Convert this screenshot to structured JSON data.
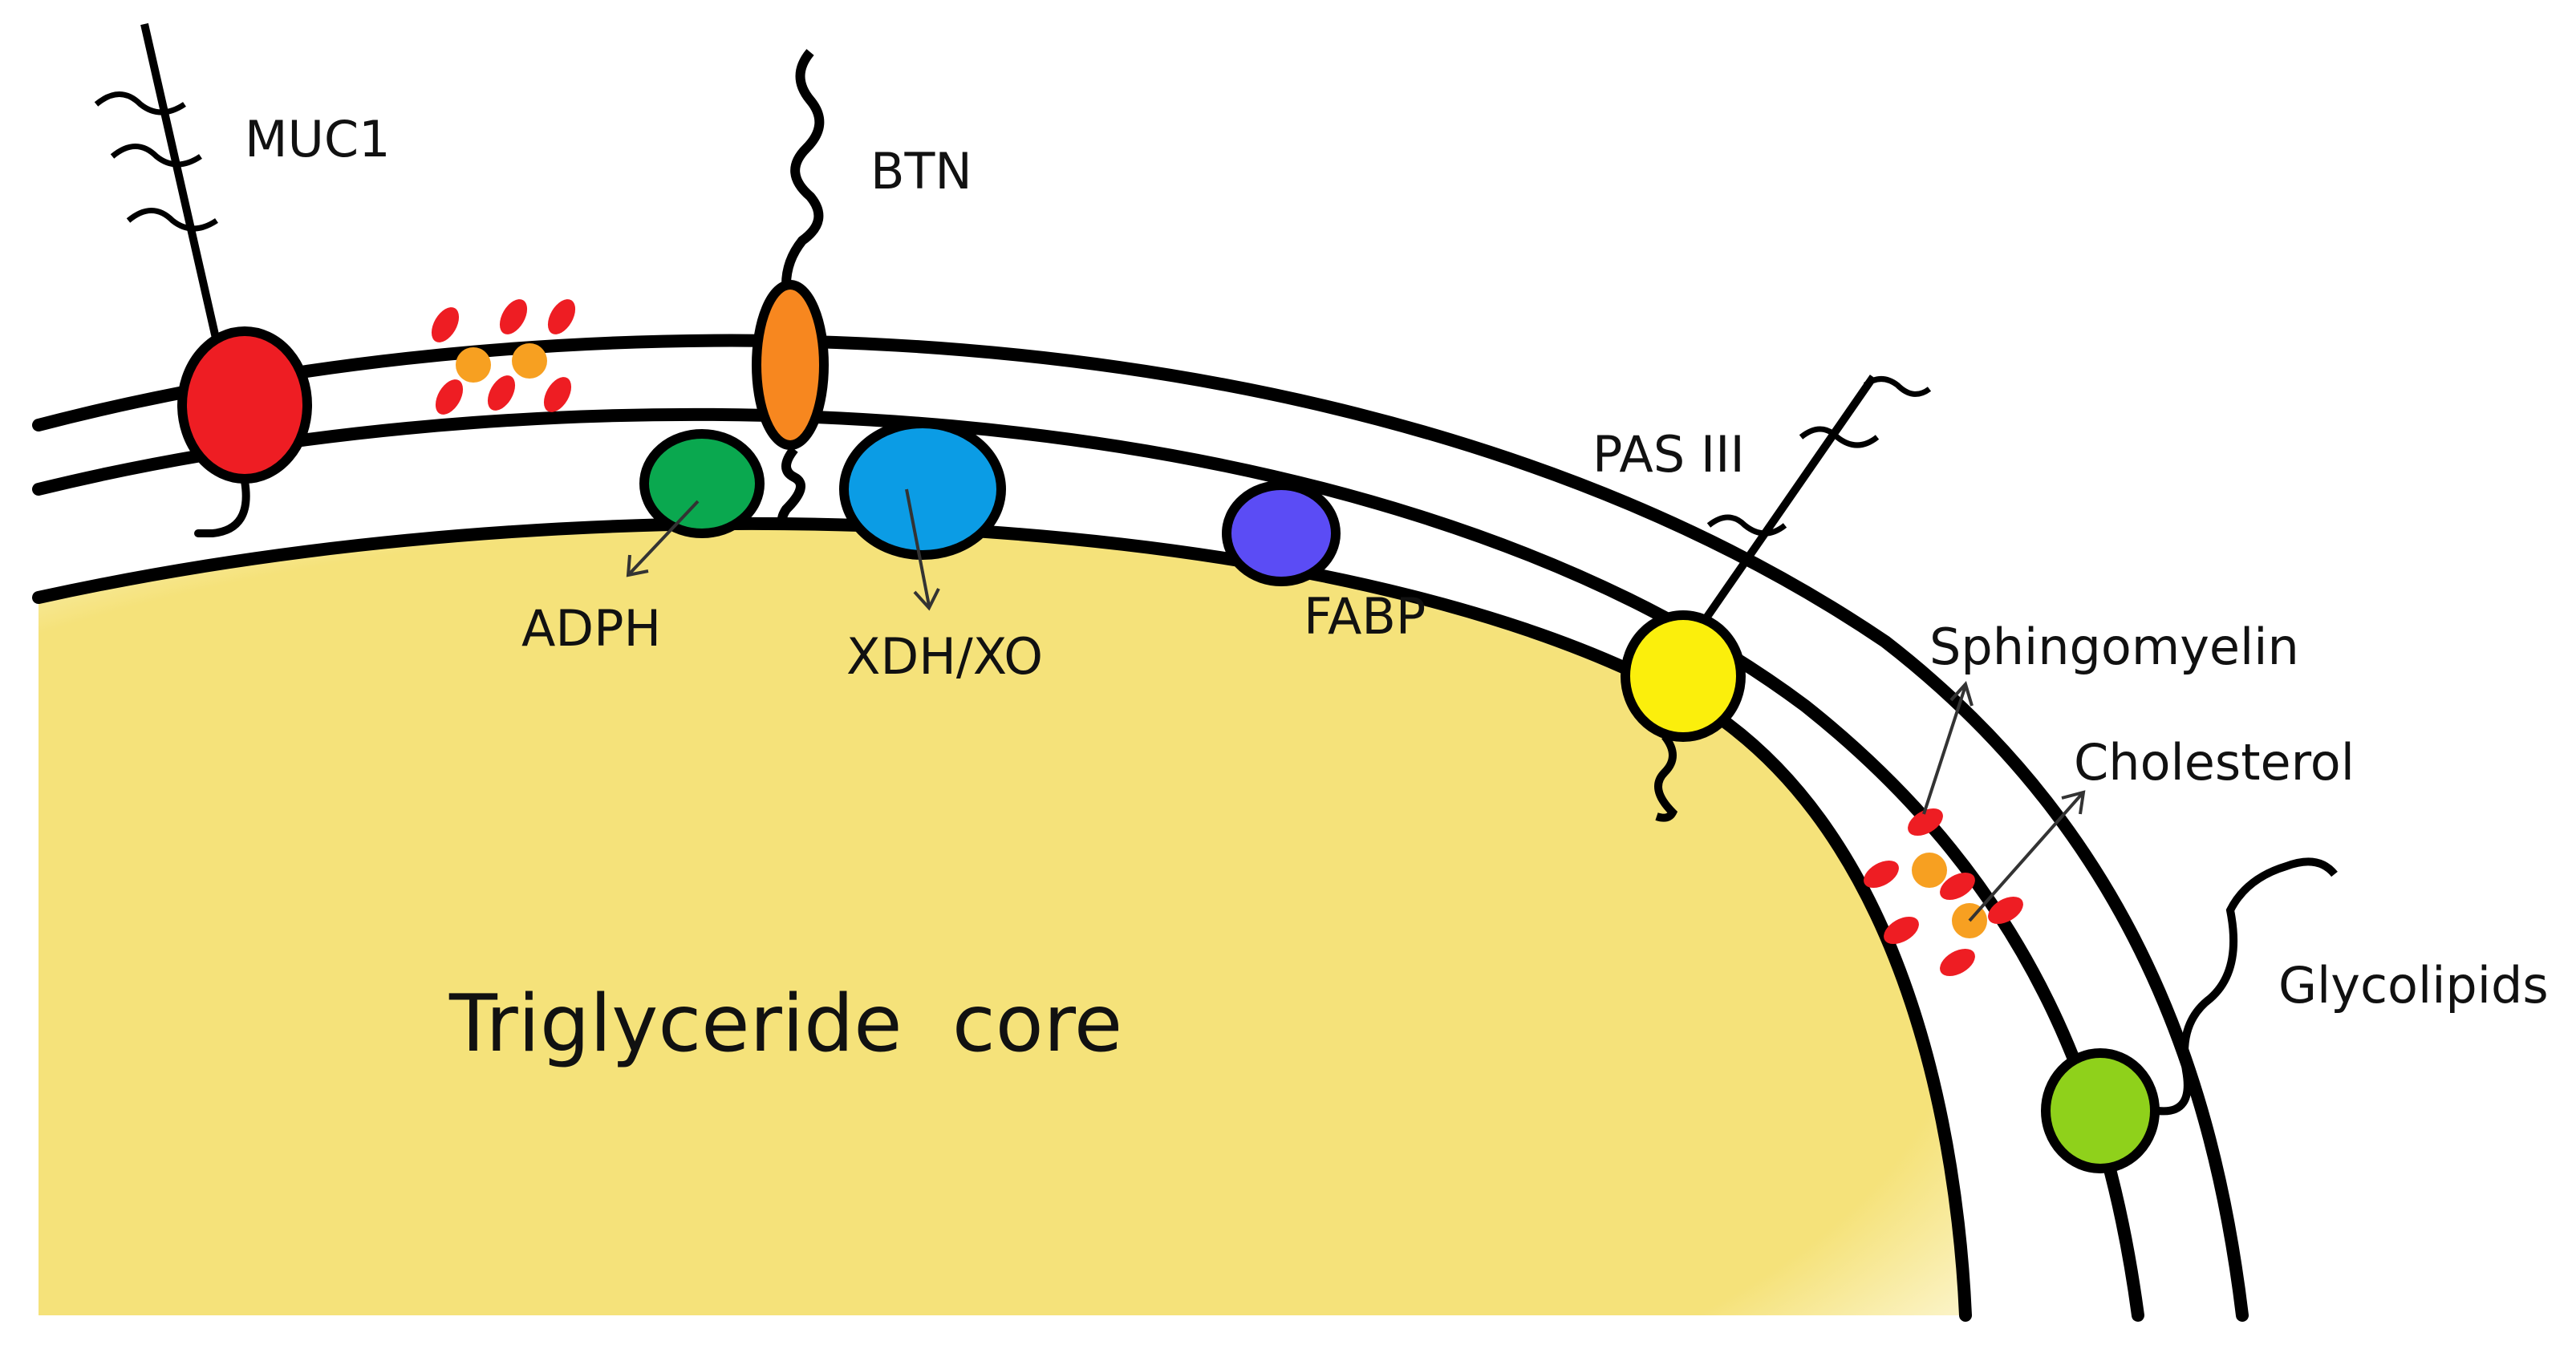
{
  "labels": {
    "muc1": "MUC1",
    "btn": "BTN",
    "adph": "ADPH",
    "xdh_xo": "XDH/XO",
    "fabp": "FABP",
    "pas3": "PAS III",
    "sphingomyelin": "Sphingomyelin",
    "cholesterol": "Cholesterol",
    "glycolipids": "Glycolipids",
    "core": "Triglyceride  core"
  },
  "colors": {
    "core": "#f5e27a",
    "muc1": "#ee1d23",
    "btn": "#f7871f",
    "adph": "#0aa84f",
    "xdh_xo": "#0b9ce5",
    "fabp": "#5b4cf5",
    "pas3": "#fbef0c",
    "glycolipid": "#8fd11b",
    "sphingomyelin": "#ee1d23",
    "cholesterol": "#f7a021",
    "membrane": "#000000"
  }
}
